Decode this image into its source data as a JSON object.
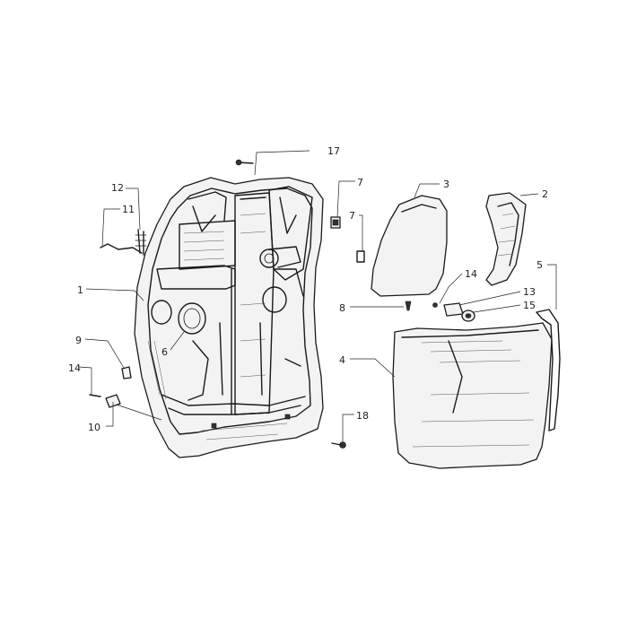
{
  "callouts": [
    {
      "id": "c1",
      "text": "1"
    },
    {
      "id": "c2",
      "text": "2"
    },
    {
      "id": "c3",
      "text": "3"
    },
    {
      "id": "c4",
      "text": "4"
    },
    {
      "id": "c5",
      "text": "5"
    },
    {
      "id": "c6",
      "text": "6"
    },
    {
      "id": "c7a",
      "text": "7"
    },
    {
      "id": "c7b",
      "text": "7"
    },
    {
      "id": "c8",
      "text": "8"
    },
    {
      "id": "c9",
      "text": "9"
    },
    {
      "id": "c10",
      "text": "10"
    },
    {
      "id": "c11",
      "text": "11"
    },
    {
      "id": "c12",
      "text": "12"
    },
    {
      "id": "c13",
      "text": "13"
    },
    {
      "id": "c14a",
      "text": "14"
    },
    {
      "id": "c14b",
      "text": "14"
    },
    {
      "id": "c15",
      "text": "15"
    },
    {
      "id": "c17",
      "text": "17"
    },
    {
      "id": "c18",
      "text": "18"
    }
  ]
}
